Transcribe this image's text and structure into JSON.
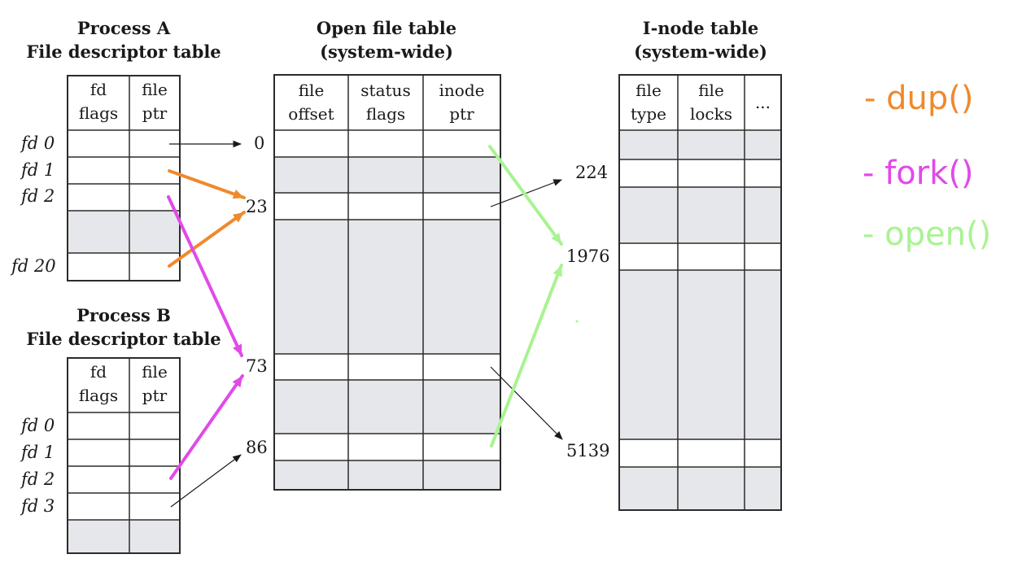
{
  "process_a": {
    "title_line1": "Process A",
    "title_line2": "File descriptor table",
    "col_headers": [
      "fd\nflags",
      "file\nptr"
    ],
    "fd_labels": [
      "fd 0",
      "fd 1",
      "fd 2",
      "fd 20"
    ]
  },
  "process_b": {
    "title_line1": "Process B",
    "title_line2": "File descriptor table",
    "col_headers": [
      "fd\nflags",
      "file\nptr"
    ],
    "fd_labels": [
      "fd 0",
      "fd 1",
      "fd 2",
      "fd 3"
    ]
  },
  "open_file_table": {
    "title_line1": "Open file table",
    "title_line2": "(system-wide)",
    "col_headers": [
      "file\noffset",
      "status\nflags",
      "inode\nptr"
    ],
    "entry_numbers": [
      "0",
      "23",
      "73",
      "86"
    ]
  },
  "inode_table": {
    "title_line1": "I-node table",
    "title_line2": "(system-wide)",
    "col_headers": [
      "file\ntype",
      "file\nlocks",
      "..."
    ],
    "entry_numbers": [
      "224",
      "1976",
      "5139"
    ]
  },
  "legend": [
    {
      "label": "- dup()",
      "color": "#f0892c"
    },
    {
      "label": "- fork()",
      "color": "#e14ae8"
    },
    {
      "label": "- open()",
      "color": "#a8f392"
    }
  ],
  "colors": {
    "cell_fill": "#e6e7ea",
    "border": "#2b2b2b",
    "dup": "#f0892c",
    "fork": "#e14ae8",
    "open": "#a8f392"
  }
}
